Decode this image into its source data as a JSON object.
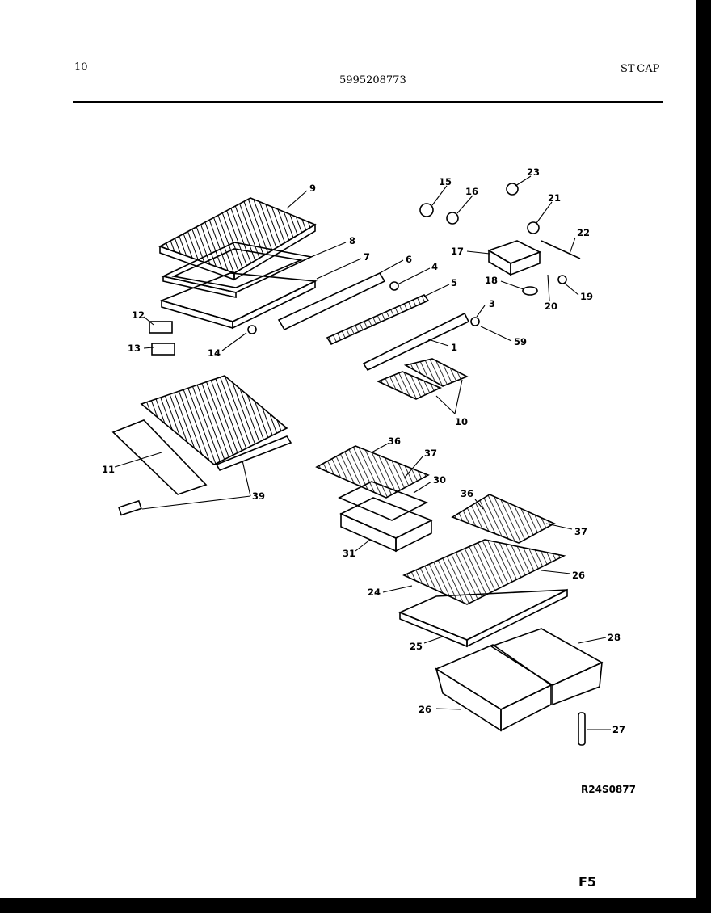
{
  "header": {
    "page_number": "10",
    "part_number": "5995208773",
    "model_code": "ST-CAP"
  },
  "diagram_reference": "R24S0877",
  "page_code": "F5",
  "callouts": [
    "9",
    "8",
    "7",
    "6",
    "4",
    "5",
    "3",
    "59",
    "1",
    "10",
    "12",
    "13",
    "14",
    "15",
    "16",
    "23",
    "21",
    "22",
    "17",
    "18",
    "20",
    "19",
    "11",
    "39",
    "36",
    "37",
    "30",
    "31",
    "36",
    "37",
    "26",
    "24",
    "25",
    "28",
    "26",
    "27"
  ]
}
